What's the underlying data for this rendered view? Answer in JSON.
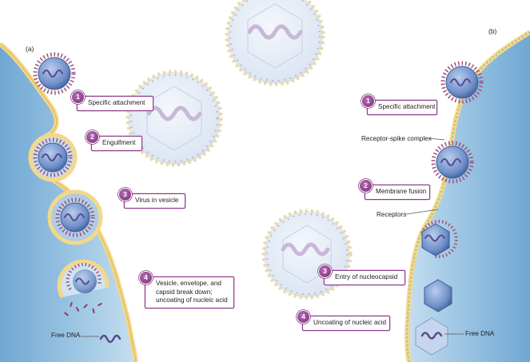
{
  "panels": {
    "a": "(a)",
    "b": "(b)"
  },
  "panel_a": {
    "step1": {
      "num": "1",
      "text": "Specific attachment"
    },
    "step2": {
      "num": "2",
      "text": "Engulfment"
    },
    "step3": {
      "num": "3",
      "text": "Virus in vesicle"
    },
    "step4": {
      "num": "4",
      "text": "Vesicle, envelope, and capsid break down; uncoating of nucleic acid"
    },
    "free_dna": "Free DNA"
  },
  "panel_b": {
    "step1": {
      "num": "1",
      "text": "Specific attachment"
    },
    "receptor_spike": "Receptor-spike complex",
    "step2": {
      "num": "2",
      "text": "Membrane fusion"
    },
    "receptors": "Receptors",
    "step3": {
      "num": "3",
      "text": "Entry of nucleocapsid"
    },
    "step4": {
      "num": "4",
      "text": "Uncoating of nucleic acid"
    },
    "free_dna": "Free DNA"
  },
  "colors": {
    "cytoplasm": "#a9cde6",
    "membrane": "#f3d88a",
    "label_border": "#8e3a8c",
    "virus_envelope": "#6f8fc9",
    "spike": "#a0507a",
    "dna": "#5a4a8a"
  }
}
